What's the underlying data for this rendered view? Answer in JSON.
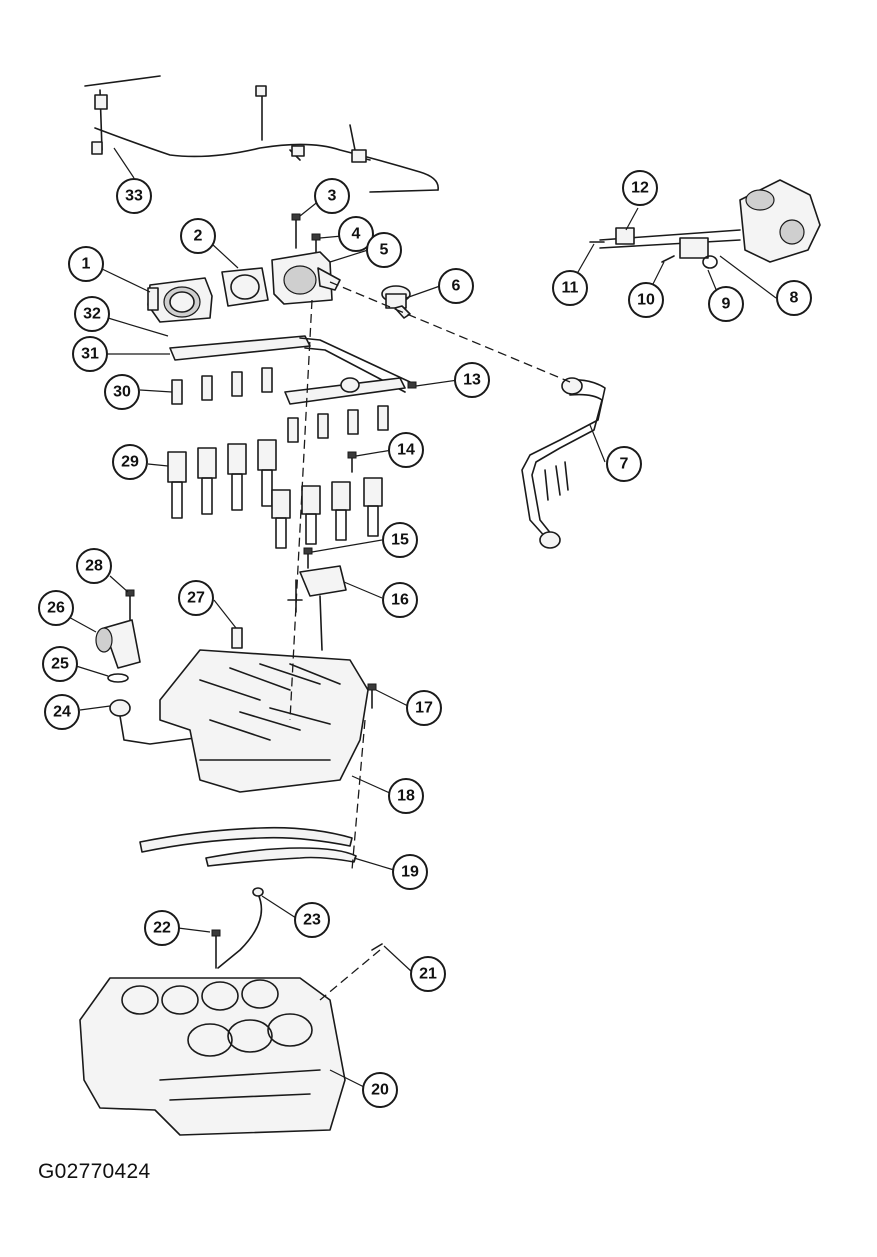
{
  "figure_code": "G02770424",
  "callouts": [
    "1",
    "2",
    "3",
    "4",
    "5",
    "6",
    "7",
    "8",
    "9",
    "10",
    "11",
    "12",
    "13",
    "14",
    "15",
    "16",
    "17",
    "18",
    "19",
    "20",
    "21",
    "22",
    "23",
    "24",
    "25",
    "26",
    "27",
    "28",
    "29",
    "30",
    "31",
    "32",
    "33"
  ]
}
